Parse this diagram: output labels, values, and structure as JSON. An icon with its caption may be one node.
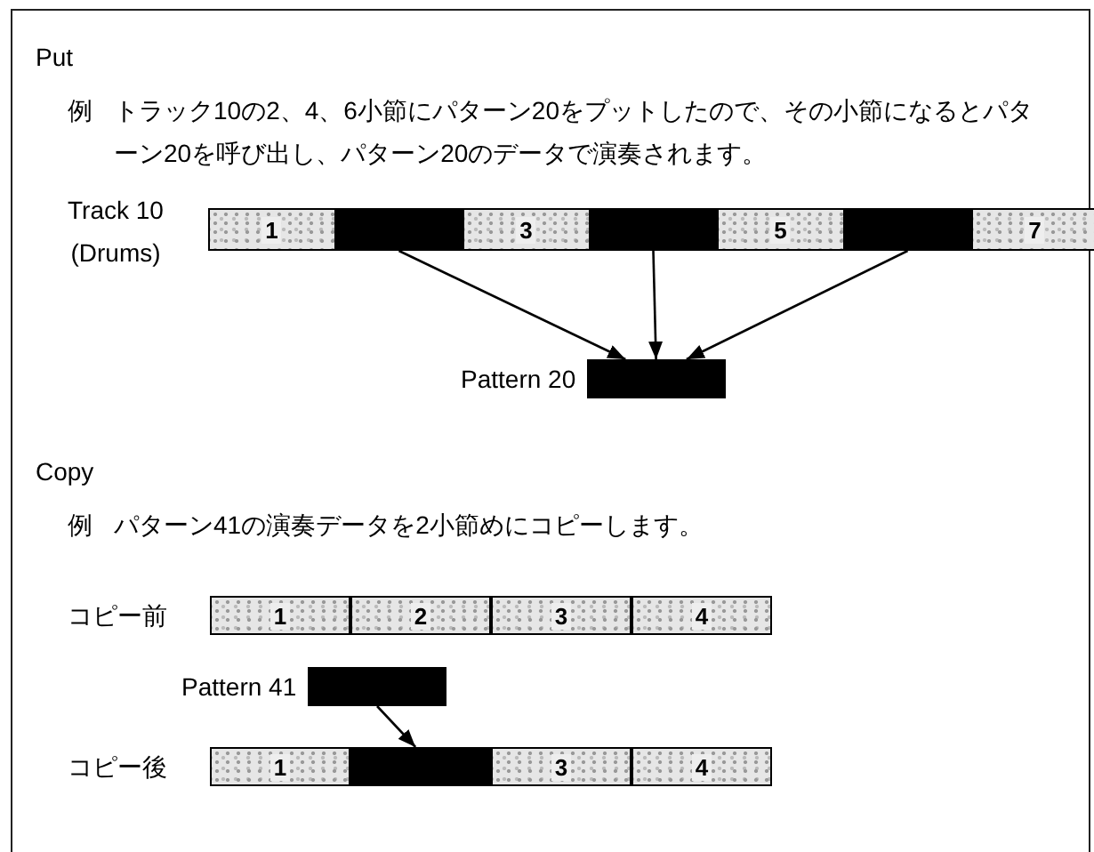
{
  "diagram": {
    "nodes": [
      {
        "text": [
          "1"
        ]
      },
      {
        "text": [],
        "shape": "box"
      },
      {
        "text": [
          "3"
        ]
      },
      {
        "text": [],
        "shape": "box"
      },
      {
        "text": [
          "5"
        ]
      },
      {
        "text": [],
        "shape": "box"
      },
      {
        "text": [
          "7"
        ]
      },
      {
        "text": [],
        "shape": "box",
        "beside": [
          "Pattern 20"
        ]
      },
      {
        "text": [
          "1"
        ]
      },
      {
        "text": [
          "2"
        ]
      },
      {
        "text": [
          "3"
        ]
      },
      {
        "text": [
          "4"
        ]
      },
      {
        "text": [],
        "shape": "box",
        "beside": [
          "Pattern 41"
        ]
      },
      {
        "text": [
          "1"
        ]
      },
      {
        "text": [],
        "shape": "box"
      },
      {
        "text": [
          "3"
        ]
      },
      {
        "text": [
          "4"
        ]
      }
    ],
    "edges": [
      {
        "from": 1,
        "to": 7,
        "arrow": "to"
      },
      {
        "from": 3,
        "to": 7,
        "arrow": "to"
      },
      {
        "from": 5,
        "to": 7,
        "arrow": "to"
      },
      {
        "from": 12,
        "to": 14,
        "arrow": "to"
      }
    ],
    "labels": [
      "Put",
      "例",
      "トラック10の2、4、6小節にパターン20をプットしたので、その小節になるとパターン20を呼び出し、パターン20のデータで演奏されます。",
      "Track 10 (Drums)",
      "Copy",
      "例",
      "パターン41の演奏データを2小節めにコピーします。",
      "コピー前",
      "コピー後"
    ]
  }
}
